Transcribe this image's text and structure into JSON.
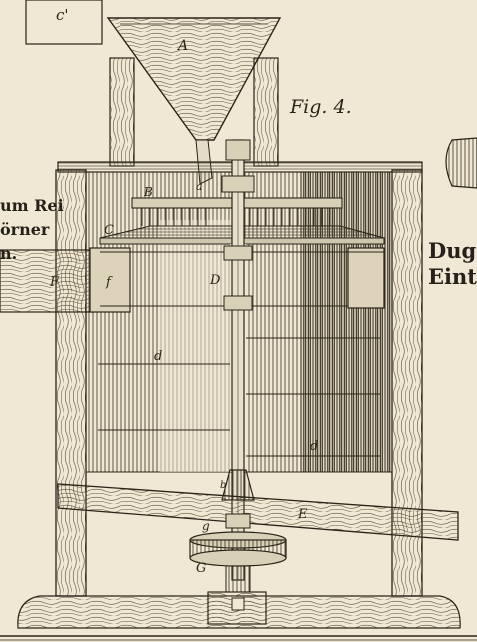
{
  "figure": {
    "caption": "Fig. 4.",
    "inset_label": "c'"
  },
  "parts": {
    "hopper": "A",
    "brush_disc": "B",
    "feed_pipe": "a",
    "lower_disc": "C",
    "shaft": "D",
    "beam": "E",
    "beam_left": "F",
    "cleat": "f",
    "pulley": "G",
    "collar": "g",
    "cylinder_upper": "d",
    "cylinder_lower": "d",
    "cylinder_b": "b"
  },
  "left_margin_text": {
    "line1": "um Rei",
    "line2": "örner",
    "line3": "n."
  },
  "right_margin_text": {
    "line1": "Dug",
    "line2": "Eint"
  },
  "colors": {
    "paper": "#f0e8d4",
    "ink": "#2a2418"
  }
}
